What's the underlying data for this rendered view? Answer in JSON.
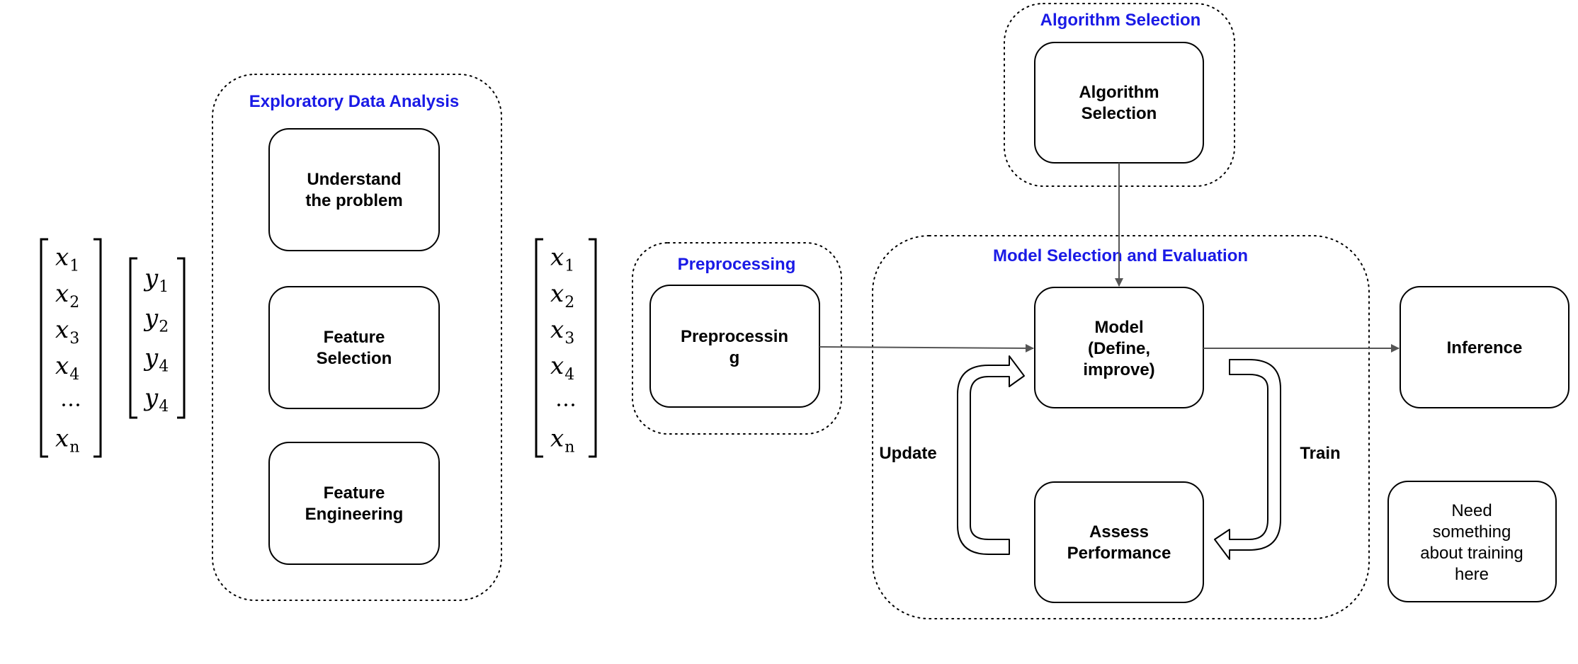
{
  "colors": {
    "group_title": "#1a1ae6",
    "stroke": "#000000",
    "arrow": "#555555"
  },
  "groups": {
    "eda": "Exploratory Data Analysis",
    "preprocessing": "Preprocessing",
    "model_selection": "Model Selection and Evaluation",
    "algorithm_selection": "Algorithm Selection"
  },
  "boxes": {
    "understand": [
      "Understand",
      "the problem"
    ],
    "feature_selection": [
      "Feature",
      "Selection"
    ],
    "feature_engineering": [
      "Feature",
      "Engineering"
    ],
    "preprocessing": [
      "Preprocessin",
      "g"
    ],
    "algorithm": [
      "Algorithm",
      "Selection"
    ],
    "model": [
      "Model",
      "(Define,",
      "improve)"
    ],
    "assess": [
      "Assess",
      "Performance"
    ],
    "inference": [
      "Inference"
    ],
    "note": [
      "Need",
      "something",
      "about training",
      "here"
    ]
  },
  "edge_labels": {
    "update": "Update",
    "train": "Train"
  },
  "vectors": {
    "x_input": {
      "symbol": "x",
      "subs": [
        "1",
        "2",
        "3",
        "4",
        "…",
        "n"
      ]
    },
    "y_input": {
      "symbol": "y",
      "subs": [
        "1",
        "2",
        "4",
        "4"
      ]
    },
    "x_processed": {
      "symbol": "x",
      "subs": [
        "1",
        "2",
        "3",
        "4",
        "…",
        "n"
      ]
    }
  }
}
